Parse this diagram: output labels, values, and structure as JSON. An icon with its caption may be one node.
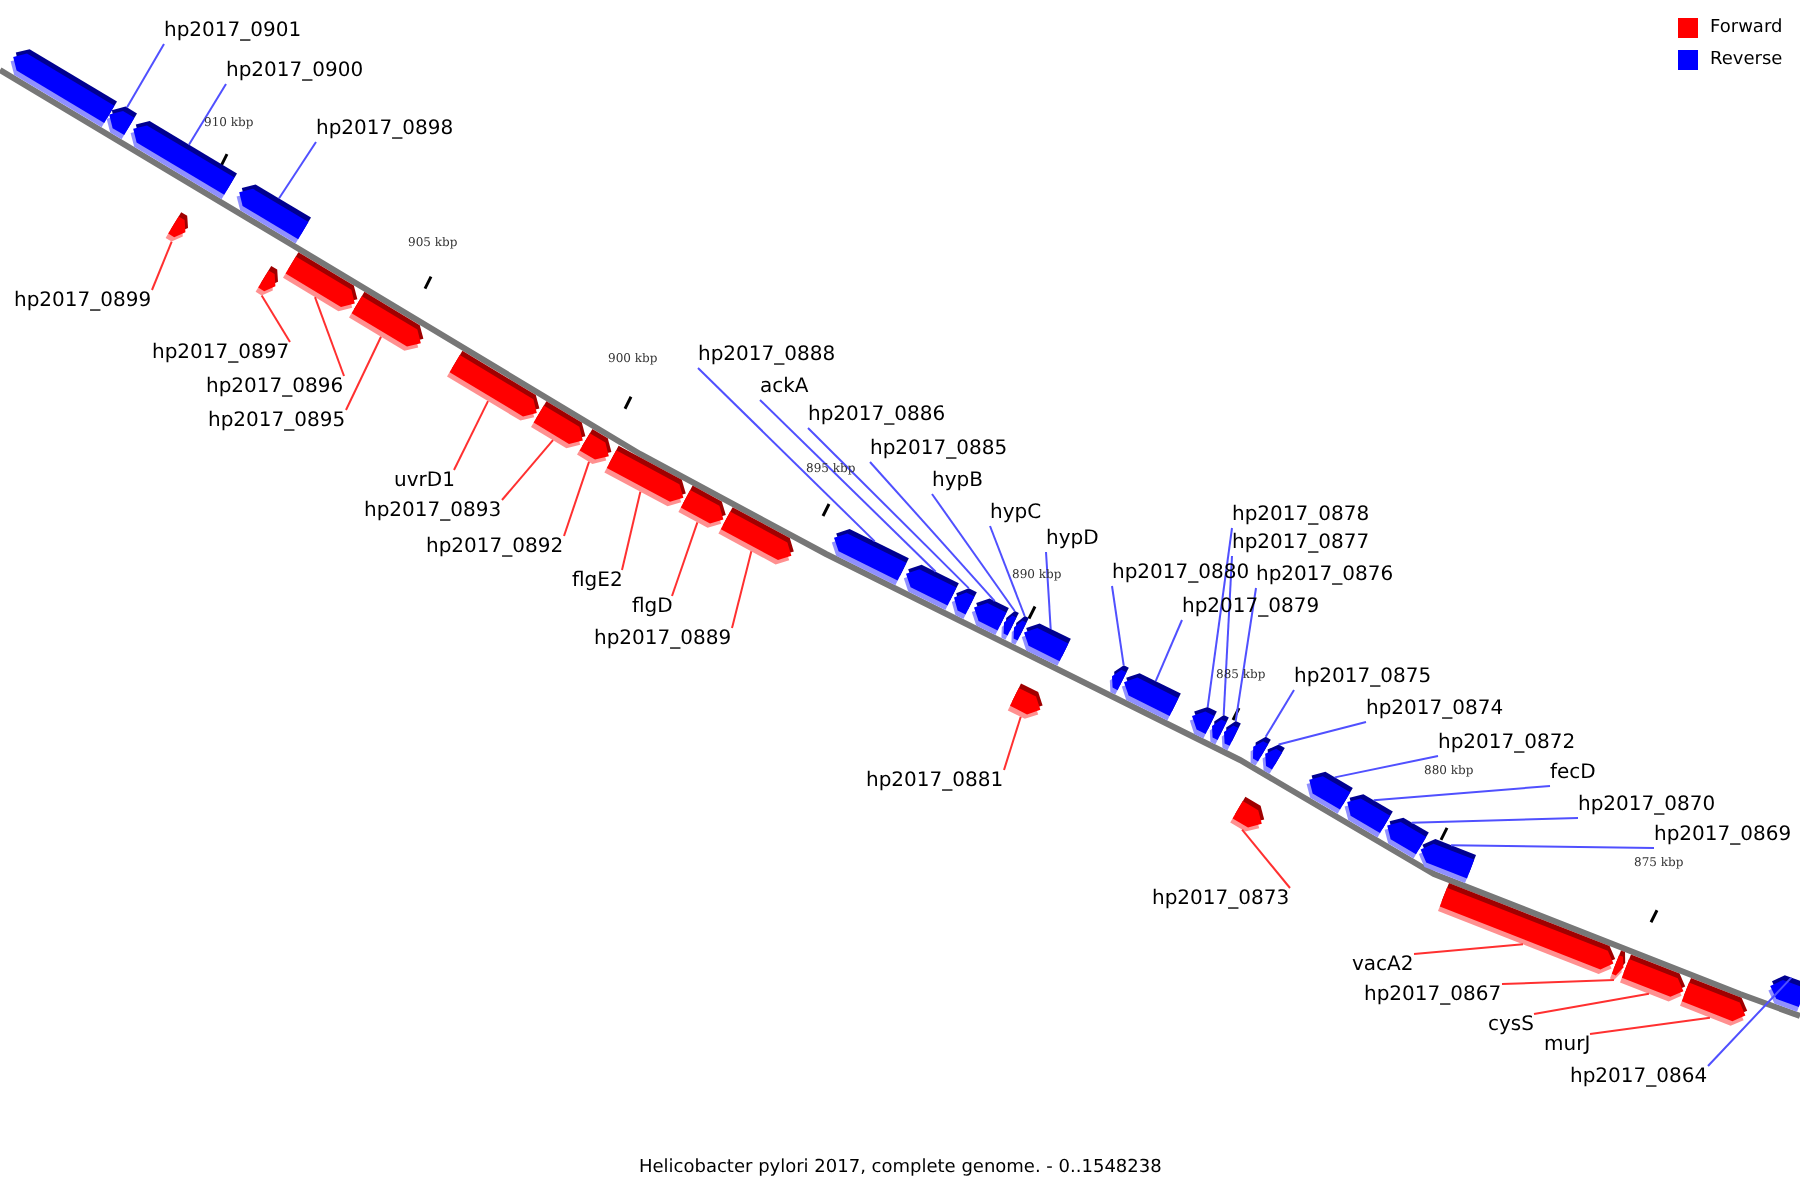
{
  "diagram": {
    "caption": "Helicobacter pylori 2017, complete genome. - 0..1548238",
    "nodes": [
      {
        "text": [],
        "shape": "box"
      },
      {
        "text": [],
        "shape": "box"
      },
      {
        "text": [],
        "shape": "box"
      },
      {
        "text": [],
        "shape": "box"
      },
      {
        "text": [],
        "shape": "box"
      },
      {
        "text": [],
        "shape": "box"
      },
      {
        "text": [],
        "shape": "box"
      },
      {
        "text": [],
        "shape": "box"
      },
      {
        "text": [],
        "shape": "box"
      },
      {
        "text": [],
        "shape": "box"
      },
      {
        "text": [],
        "shape": "box"
      },
      {
        "text": [],
        "shape": "box"
      },
      {
        "text": [],
        "shape": "box"
      },
      {
        "text": [],
        "shape": "box"
      },
      {
        "text": [],
        "shape": "box"
      },
      {
        "text": [],
        "shape": "box"
      },
      {
        "text": [],
        "shape": "box"
      },
      {
        "text": [],
        "shape": "box"
      },
      {
        "text": [],
        "shape": "box"
      },
      {
        "text": [],
        "shape": "box"
      },
      {
        "text": [],
        "shape": "box"
      },
      {
        "text": [],
        "shape": "box"
      },
      {
        "text": [],
        "shape": "box"
      },
      {
        "text": [],
        "shape": "box"
      },
      {
        "text": [],
        "shape": "box"
      },
      {
        "text": [],
        "shape": "box"
      },
      {
        "text": [],
        "shape": "box"
      },
      {
        "text": [],
        "shape": "box"
      },
      {
        "text": [],
        "shape": "box"
      },
      {
        "text": [],
        "shape": "box"
      },
      {
        "text": [],
        "shape": "box"
      },
      {
        "text": [],
        "shape": "box"
      },
      {
        "text": [],
        "shape": "box"
      },
      {
        "text": [],
        "shape": "box"
      },
      {
        "text": [],
        "shape": "box"
      },
      {
        "text": [],
        "shape": "box"
      },
      {
        "text": [],
        "shape": "box"
      },
      {
        "text": [],
        "shape": "box"
      },
      {
        "text": [],
        "shape": "box"
      },
      {
        "text": [
          "hp2017_0901"
        ]
      },
      {
        "text": [
          "hp2017_0900"
        ]
      },
      {
        "text": [
          "hp2017_0899"
        ]
      },
      {
        "text": [
          "hp2017_0898"
        ]
      },
      {
        "text": [
          "hp2017_0897"
        ]
      },
      {
        "text": [
          "hp2017_0896"
        ]
      },
      {
        "text": [
          "hp2017_0895"
        ]
      },
      {
        "text": [
          "uvrD1"
        ]
      },
      {
        "text": [
          "hp2017_0893"
        ]
      },
      {
        "text": [
          "hp2017_0892"
        ]
      },
      {
        "text": [
          "flgE2"
        ]
      },
      {
        "text": [
          "flgD"
        ]
      },
      {
        "text": [
          "hp2017_0889"
        ]
      },
      {
        "text": [
          "hp2017_0888"
        ]
      },
      {
        "text": [
          "ackA"
        ]
      },
      {
        "text": [
          "hp2017_0886"
        ]
      },
      {
        "text": [
          "hp2017_0885"
        ]
      },
      {
        "text": [
          "hypB"
        ]
      },
      {
        "text": [
          "hypC"
        ]
      },
      {
        "text": [
          "hypD"
        ]
      },
      {
        "text": [
          "hp2017_0881"
        ]
      },
      {
        "text": [
          "hp2017_0880"
        ]
      },
      {
        "text": [
          "hp2017_0879"
        ]
      },
      {
        "text": [
          "hp2017_0878"
        ]
      },
      {
        "text": [
          "hp2017_0877"
        ]
      },
      {
        "text": [
          "hp2017_0876"
        ]
      },
      {
        "text": [
          "hp2017_0875"
        ]
      },
      {
        "text": [
          "hp2017_0874"
        ]
      },
      {
        "text": [
          "hp2017_0873"
        ]
      },
      {
        "text": [
          "hp2017_0872"
        ]
      },
      {
        "text": [
          "fecD"
        ]
      },
      {
        "text": [
          "hp2017_0870"
        ]
      },
      {
        "text": [
          "hp2017_0869"
        ]
      },
      {
        "text": [
          "vacA2"
        ]
      },
      {
        "text": [
          "hp2017_0867"
        ]
      },
      {
        "text": [
          "cysS"
        ]
      },
      {
        "text": [
          "murJ"
        ]
      },
      {
        "text": [
          "hp2017_0864"
        ]
      }
    ],
    "edges": [
      {
        "from": 39,
        "to": 1,
        "arrow": "none"
      },
      {
        "from": 40,
        "to": 2,
        "arrow": "none"
      },
      {
        "from": 41,
        "to": 3,
        "arrow": "none",
        "color": "#ff3030"
      },
      {
        "from": 42,
        "to": 4,
        "arrow": "none"
      },
      {
        "from": 43,
        "to": 5,
        "arrow": "none",
        "color": "#ff3030"
      },
      {
        "from": 44,
        "to": 6,
        "arrow": "none",
        "color": "#ff3030"
      },
      {
        "from": 45,
        "to": 7,
        "arrow": "none",
        "color": "#ff3030"
      },
      {
        "from": 46,
        "to": 8,
        "arrow": "none",
        "color": "#ff3030"
      },
      {
        "from": 47,
        "to": 9,
        "arrow": "none",
        "color": "#ff3030"
      },
      {
        "from": 48,
        "to": 10,
        "arrow": "none",
        "color": "#ff3030"
      },
      {
        "from": 49,
        "to": 11,
        "arrow": "none",
        "color": "#ff3030"
      },
      {
        "from": 50,
        "to": 12,
        "arrow": "none",
        "color": "#ff3030"
      },
      {
        "from": 51,
        "to": 13,
        "arrow": "none",
        "color": "#ff3030"
      },
      {
        "from": 52,
        "to": 14,
        "arrow": "none"
      },
      {
        "from": 53,
        "to": 15,
        "arrow": "none"
      },
      {
        "from": 54,
        "to": 16,
        "arrow": "none"
      },
      {
        "from": 55,
        "to": 17,
        "arrow": "none"
      },
      {
        "from": 56,
        "to": 18,
        "arrow": "none"
      },
      {
        "from": 57,
        "to": 19,
        "arrow": "none"
      },
      {
        "from": 58,
        "to": 20,
        "arrow": "none"
      },
      {
        "from": 59,
        "to": 21,
        "arrow": "none",
        "color": "#ff3030"
      },
      {
        "from": 60,
        "to": 22,
        "arrow": "none"
      },
      {
        "from": 61,
        "to": 23,
        "arrow": "none"
      },
      {
        "from": 62,
        "to": 24,
        "arrow": "none"
      },
      {
        "from": 63,
        "to": 25,
        "arrow": "none"
      },
      {
        "from": 64,
        "to": 26,
        "arrow": "none"
      },
      {
        "from": 65,
        "to": 27,
        "arrow": "none"
      },
      {
        "from": 66,
        "to": 28,
        "arrow": "none"
      },
      {
        "from": 67,
        "to": 29,
        "arrow": "none",
        "color": "#ff3030"
      },
      {
        "from": 68,
        "to": 30,
        "arrow": "none"
      },
      {
        "from": 69,
        "to": 31,
        "arrow": "none"
      },
      {
        "from": 70,
        "to": 32,
        "arrow": "none"
      },
      {
        "from": 71,
        "to": 33,
        "arrow": "none"
      },
      {
        "from": 72,
        "to": 34,
        "arrow": "none",
        "color": "#ff3030"
      },
      {
        "from": 73,
        "to": 35,
        "arrow": "none",
        "color": "#ff3030"
      },
      {
        "from": 74,
        "to": 36,
        "arrow": "none",
        "color": "#ff3030"
      },
      {
        "from": 75,
        "to": 37,
        "arrow": "none",
        "color": "#ff3030"
      },
      {
        "from": 76,
        "to": 38,
        "arrow": "none"
      }
    ],
    "labels": [
      "910 kbp",
      "905 kbp",
      "900 kbp",
      "895 kbp",
      "890 kbp",
      "885 kbp",
      "880 kbp",
      "875 kbp"
    ],
    "legend": [
      {
        "text": "Forward",
        "color": "#ff0000"
      },
      {
        "text": "Reverse",
        "color": "#0000ff"
      }
    ]
  }
}
